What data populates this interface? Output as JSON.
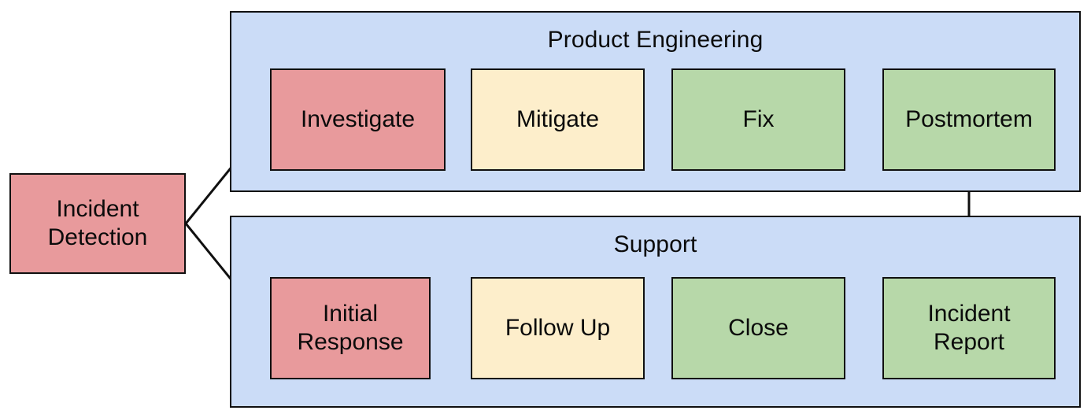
{
  "diagram": {
    "title_visible": false,
    "background": "#ffffff",
    "colors": {
      "lane_fill": "#cbdcf7",
      "node_red": "#e89a9c",
      "node_cream": "#fdeecb",
      "node_green": "#b7d8a9",
      "stroke": "#101010",
      "text": "#0b0b0b"
    },
    "lanes": [
      {
        "id": "product-engineering",
        "label": "Product Engineering"
      },
      {
        "id": "support",
        "label": "Support"
      }
    ],
    "nodes": [
      {
        "id": "incident-detection",
        "label": "Incident\nDetection",
        "fill": "node_red"
      },
      {
        "id": "investigate",
        "label": "Investigate",
        "fill": "node_red"
      },
      {
        "id": "mitigate",
        "label": "Mitigate",
        "fill": "node_cream"
      },
      {
        "id": "fix",
        "label": "Fix",
        "fill": "node_green"
      },
      {
        "id": "postmortem",
        "label": "Postmortem",
        "fill": "node_green"
      },
      {
        "id": "initial-response",
        "label": "Initial\nResponse",
        "fill": "node_red"
      },
      {
        "id": "follow-up",
        "label": "Follow Up",
        "fill": "node_cream"
      },
      {
        "id": "close",
        "label": "Close",
        "fill": "node_green"
      },
      {
        "id": "incident-report",
        "label": "Incident\nReport",
        "fill": "node_green"
      }
    ],
    "edges": [
      {
        "from": "incident-detection",
        "to": "investigate"
      },
      {
        "from": "incident-detection",
        "to": "initial-response"
      },
      {
        "from": "investigate",
        "to": "mitigate"
      },
      {
        "from": "mitigate",
        "to": "fix"
      },
      {
        "from": "fix",
        "to": "postmortem"
      },
      {
        "from": "postmortem",
        "to": "incident-report"
      },
      {
        "from": "initial-response",
        "to": "follow-up"
      },
      {
        "from": "follow-up",
        "to": "close"
      },
      {
        "from": "close",
        "to": "incident-report"
      }
    ]
  }
}
